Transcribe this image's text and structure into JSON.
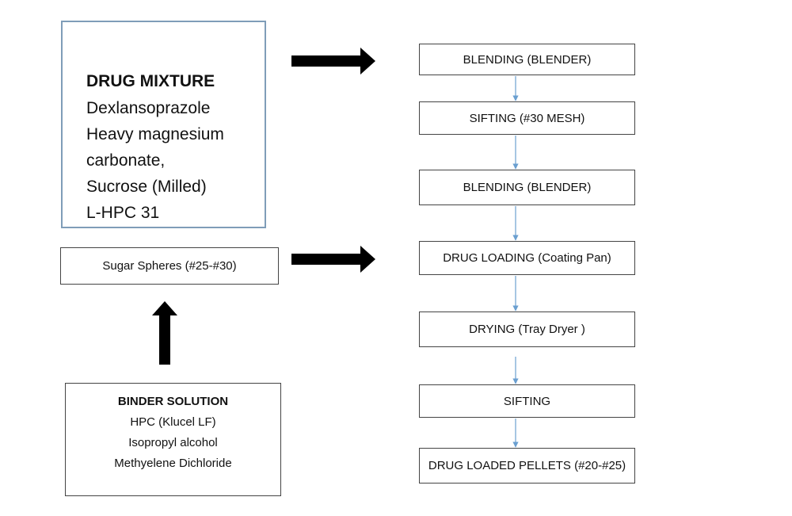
{
  "drug_mixture": {
    "title": "DRUG MIXTURE",
    "items": [
      "Dexlansoprazole",
      "Heavy magnesium",
      "carbonate,",
      "Sucrose (Milled)",
      "L-HPC 31"
    ]
  },
  "sugar_spheres": "Sugar Spheres (#25-#30)",
  "binder_solution": {
    "title": "BINDER SOLUTION",
    "items": [
      "HPC (Klucel LF)",
      "Isopropyl alcohol",
      "Methyelene Dichloride"
    ]
  },
  "process_steps": [
    "BLENDING (BLENDER)",
    "SIFTING (#30 MESH)",
    "BLENDING (BLENDER)",
    "DRUG LOADING (Coating Pan)",
    "DRYING (Tray Dryer )",
    "SIFTING",
    "DRUG LOADED PELLETS (#20-#25)"
  ],
  "colors": {
    "connector": "#6a9fd0",
    "arrow": "#000000",
    "drug_box_border": "#7f9db8"
  }
}
